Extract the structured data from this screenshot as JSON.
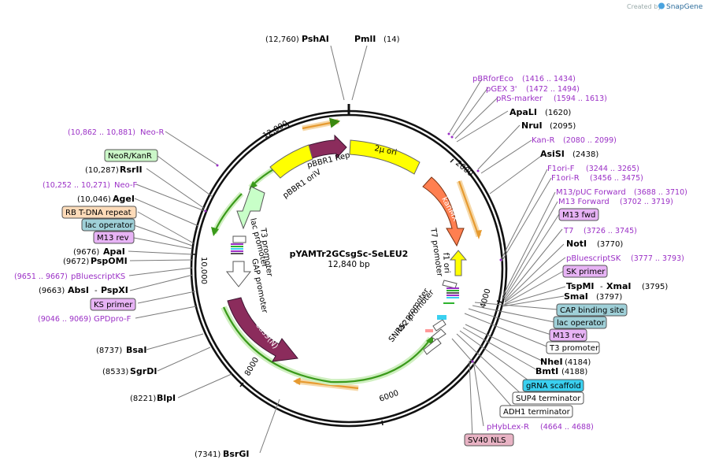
{
  "brand": {
    "created_by": "Created by",
    "name": "SnapGene"
  },
  "plasmid": {
    "name": "pYAMTr2GCsgSc-SeLEU2",
    "size": "12,840 bp"
  },
  "ticks": [
    "2000",
    "4000",
    "6000",
    "8000",
    "10,000",
    "12,000"
  ],
  "features": [
    {
      "id": "brrep",
      "label": "pBBR1 Rep",
      "color": "#8b2c5c"
    },
    {
      "id": "oriv",
      "label": "pBBR1 oriV",
      "color": "#ffff00"
    },
    {
      "id": "twomu",
      "label": "2μ ori",
      "color": "#ffff00"
    },
    {
      "id": "kanmx",
      "label": "kanMX",
      "color": "#ff7f50"
    },
    {
      "id": "t7p",
      "label": "T7 promoter",
      "color": "#ffffff"
    },
    {
      "id": "f1",
      "label": "f1 ori",
      "color": "#ffff00"
    },
    {
      "id": "lacp2",
      "label": "lac promoter",
      "color": "#ffffff"
    },
    {
      "id": "snr52",
      "label": "SNR52 promoter",
      "color": "#ffffff"
    },
    {
      "id": "cas9",
      "label": "Cas9(N)",
      "color": "#8b2c5c"
    },
    {
      "id": "gapp",
      "label": "GAP promoter",
      "color": "#ffffff"
    },
    {
      "id": "lacp1",
      "label": "lac promoter",
      "color": "#ffffff"
    },
    {
      "id": "t3p",
      "label": "T3 promoter",
      "color": "#c8ffc8"
    }
  ],
  "labels": [
    {
      "pos": "(12,760)",
      "name": "PshAI"
    },
    {
      "name": "PmlI",
      "pos": "(14)"
    },
    {
      "name": "pBRforEco",
      "range": "(1416 .. 1434)"
    },
    {
      "name": "pGEX 3'",
      "range": "(1472 .. 1494)"
    },
    {
      "name": "pRS-marker",
      "range": "(1594 .. 1613)"
    },
    {
      "name": "ApaLI",
      "pos": "(1620)"
    },
    {
      "name": "NruI",
      "pos": "(2095)"
    },
    {
      "name": "Kan-R",
      "range": "(2080 .. 2099)"
    },
    {
      "name": "AsiSI",
      "pos": "(2438)"
    },
    {
      "name": "F1ori-F",
      "range": "(3244 .. 3265)"
    },
    {
      "name": "F1ori-R",
      "range": "(3456 .. 3475)"
    },
    {
      "name": "M13/pUC Forward",
      "range": "(3688 .. 3710)"
    },
    {
      "name": "M13 Forward",
      "range": "(3702 .. 3719)"
    },
    {
      "name": "M13 fwd"
    },
    {
      "name": "T7",
      "range": "(3726 .. 3745)"
    },
    {
      "name": "NotI",
      "pos": "(3770)"
    },
    {
      "name": "pBluescriptSK",
      "range": "(3777 .. 3793)"
    },
    {
      "name": "SK primer"
    },
    {
      "name": "TspMI",
      "sep": "-",
      "name2": "XmaI",
      "pos": "(3795)"
    },
    {
      "name": "SmaI",
      "pos": "(3797)"
    },
    {
      "name": "CAP binding site"
    },
    {
      "name": "lac operator"
    },
    {
      "name": "M13 rev"
    },
    {
      "name": "T3 promoter"
    },
    {
      "name": "NheI",
      "pos": "(4184)"
    },
    {
      "name": "BmtI",
      "pos": "(4188)"
    },
    {
      "name": "gRNA scaffold"
    },
    {
      "name": "SUP4 terminator"
    },
    {
      "name": "ADH1 terminator"
    },
    {
      "name": "pHybLex-R",
      "range": "(4664 .. 4688)"
    },
    {
      "name": "SV40 NLS"
    },
    {
      "pos": "(7341)",
      "name": "BsrGI"
    },
    {
      "pos": "(8221)",
      "name": "BlpI"
    },
    {
      "pos": "(8533)",
      "name": "SgrDI"
    },
    {
      "pos": "(8737)",
      "name": "BsaI"
    },
    {
      "range": "(9046 .. 9069)",
      "name": "GPDpro-F"
    },
    {
      "name": "KS primer"
    },
    {
      "pos": "(9663)",
      "name": "AbsI",
      "sep": "-",
      "name2": "PspXI"
    },
    {
      "range": "(9651 .. 9667)",
      "name": "pBluescriptKS"
    },
    {
      "pos": "(9672)",
      "name": "PspOMI"
    },
    {
      "pos": "(9676)",
      "name": "ApaI"
    },
    {
      "name": "M13 rev"
    },
    {
      "name": "lac operator"
    },
    {
      "name": "RB T-DNA repeat"
    },
    {
      "pos": "(10,046)",
      "name": "AgeI"
    },
    {
      "range": "(10,252 .. 10,271)",
      "name": "Neo-F"
    },
    {
      "pos": "(10,287)",
      "name": "RsrII"
    },
    {
      "name": "NeoR/KanR"
    },
    {
      "range": "(10,862 .. 10,881)",
      "name": "Neo-R"
    }
  ],
  "colors": {
    "primer": "#9b30c6",
    "box_pink": "#e7b3f5",
    "box_green": "#cbf7c8",
    "box_peach": "#fddbb9",
    "box_blue": "#9fd0d8",
    "box_cyan": "#3ad0f0",
    "box_rose": "#e8b3c4",
    "orf_green": "#3a9a1a",
    "orange_arrow": "#e69a30"
  }
}
